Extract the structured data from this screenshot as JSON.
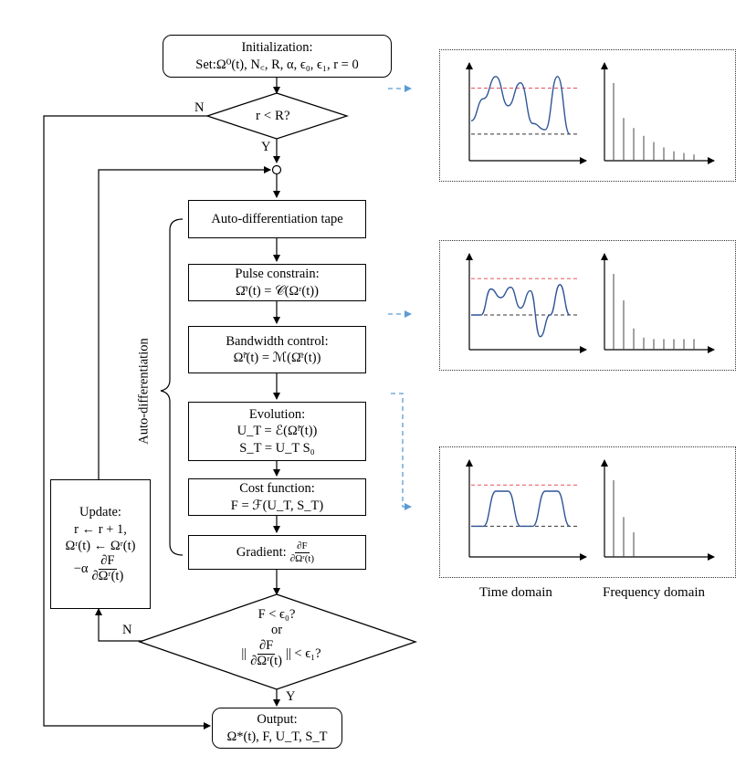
{
  "flow": {
    "init": {
      "title": "Initialization:",
      "line": "Set:Ω⁰(t), N꜀, R, α, ϵ₀, ϵ₁, r = 0"
    },
    "loop_check": {
      "text": "r < R?",
      "yes": "Y",
      "no": "N"
    },
    "tape": {
      "text": "Auto-differentiation tape"
    },
    "pulse": {
      "title": "Pulse constrain:",
      "line": "Ω̄ʳ(t) = 𝒞(Ωʳ(t))"
    },
    "bandwidth": {
      "title": "Bandwidth control:",
      "line": "Ω̃ʳ(t) = ℳ(Ω̄ʳ(t))"
    },
    "evolution": {
      "title": "Evolution:",
      "line1": "U_T = ℰ(Ω̃ʳ(t))",
      "line2": "S_T = U_T S₀"
    },
    "cost": {
      "title": "Cost function:",
      "line": "F = ℱ(U_T, S_T)"
    },
    "gradient": {
      "label": "Gradient:",
      "num": "∂F",
      "den": "∂Ωʳ(t)"
    },
    "update": {
      "title": "Update:",
      "line1": "r ← r + 1,",
      "line2": "Ωʳ(t) ← Ωʳ(t)",
      "prefix": "−α",
      "num": "∂F",
      "den": "∂Ωʳ(t)"
    },
    "converge": {
      "line1": "F < ϵ₀?",
      "line2": "or",
      "prefix": "||",
      "num": "∂F",
      "den": "∂Ωʳ(t)",
      "suffix": "|| < ϵ₁?",
      "yes": "Y",
      "no": "N"
    },
    "output": {
      "title": "Output:",
      "line": "Ω*(t), F, U_T, S_T"
    },
    "brace_label": "Auto-differentiation"
  },
  "captions": {
    "time": "Time domain",
    "freq": "Frequency domain"
  },
  "colors": {
    "red_dashed": "#e8505b",
    "black_dashed": "#333333",
    "blue_arrow": "#5b9bd5",
    "signal": "#2f5597"
  },
  "chart_data": [
    {
      "type": "line",
      "panel": 1,
      "title": "",
      "xlabel": "",
      "ylabel": "",
      "time_wave": [
        0.45,
        0.7,
        0.95,
        0.62,
        0.88,
        0.42,
        0.35,
        0.95,
        0.3
      ],
      "upper_level": 0.82,
      "lower_level": 0.3,
      "spectrum": [
        1.0,
        0.55,
        0.42,
        0.32,
        0.24,
        0.17,
        0.12,
        0.1,
        0.08
      ]
    },
    {
      "type": "line",
      "panel": 2,
      "title": "",
      "xlabel": "",
      "ylabel": "",
      "time_wave": [
        0.4,
        0.4,
        0.7,
        0.6,
        0.72,
        0.48,
        0.68,
        0.15,
        0.4,
        0.75,
        0.4
      ],
      "upper_level": 0.82,
      "lower_level": 0.4,
      "spectrum": [
        1.0,
        0.65,
        0.28,
        0.16,
        0.14,
        0.14,
        0.14,
        0.14,
        0.14
      ]
    },
    {
      "type": "line",
      "panel": 3,
      "title": "",
      "xlabel": "",
      "ylabel": "",
      "time_wave": [
        0.35,
        0.35,
        0.75,
        0.75,
        0.35,
        0.35,
        0.75,
        0.75,
        0.35
      ],
      "upper_level": 0.82,
      "lower_level": 0.35,
      "spectrum": [
        1.0,
        0.52,
        0.32
      ]
    }
  ]
}
